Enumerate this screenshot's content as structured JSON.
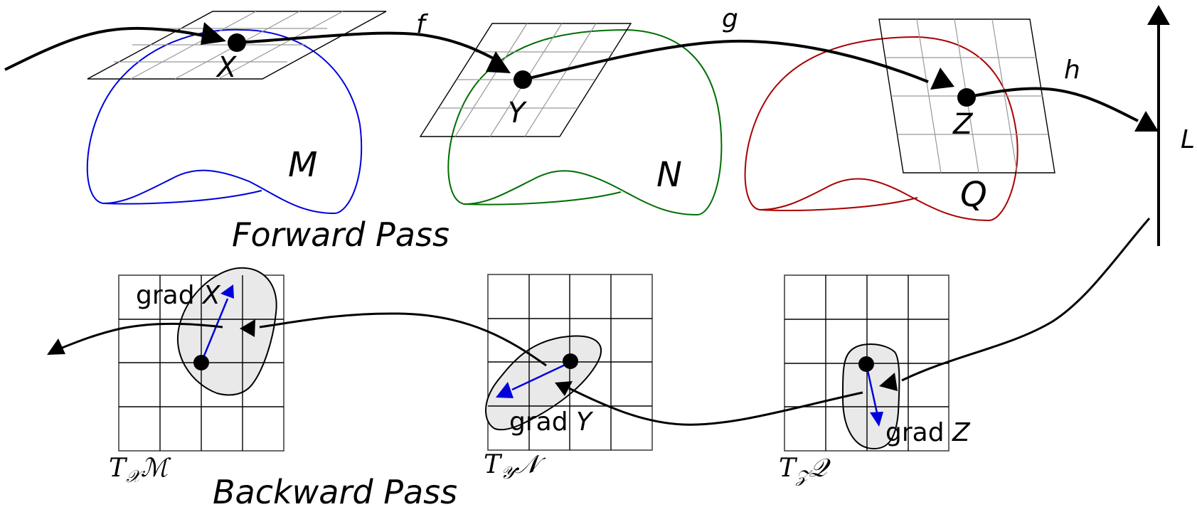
{
  "figure": {
    "forward_title": "Forward Pass",
    "backward_title": "Backward Pass",
    "colors": {
      "manifold_M": "#0000dd",
      "manifold_N": "#006e00",
      "manifold_Q": "#aa0000",
      "gradient_vector": "#0000dd",
      "flow": "#000000",
      "blob_fill": "#e9e9e9"
    },
    "forward": {
      "points": [
        {
          "id": "X",
          "label": "X",
          "manifold": "M"
        },
        {
          "id": "Y",
          "label": "Y",
          "manifold": "N"
        },
        {
          "id": "Z",
          "label": "Z",
          "manifold": "Q"
        }
      ],
      "manifolds": [
        {
          "id": "M",
          "label": "M"
        },
        {
          "id": "N",
          "label": "N"
        },
        {
          "id": "Q",
          "label": "Q"
        }
      ],
      "maps": [
        {
          "label": "f",
          "from": "X",
          "to": "Y"
        },
        {
          "label": "g",
          "from": "Y",
          "to": "Z"
        },
        {
          "label": "h",
          "from": "Z",
          "to": "L"
        }
      ],
      "loss_label": "L"
    },
    "backward": {
      "tangent_spaces": [
        {
          "T": "T",
          "sub": "𝒳",
          "space": "ℳ",
          "grad_label": "grad",
          "grad_var": "X"
        },
        {
          "T": "T",
          "sub": "𝒴",
          "space": "𝒩",
          "grad_label": "grad",
          "grad_var": "Y"
        },
        {
          "T": "T",
          "sub": "𝒵",
          "space": "𝒬",
          "grad_label": "grad",
          "grad_var": "Z"
        }
      ]
    }
  }
}
